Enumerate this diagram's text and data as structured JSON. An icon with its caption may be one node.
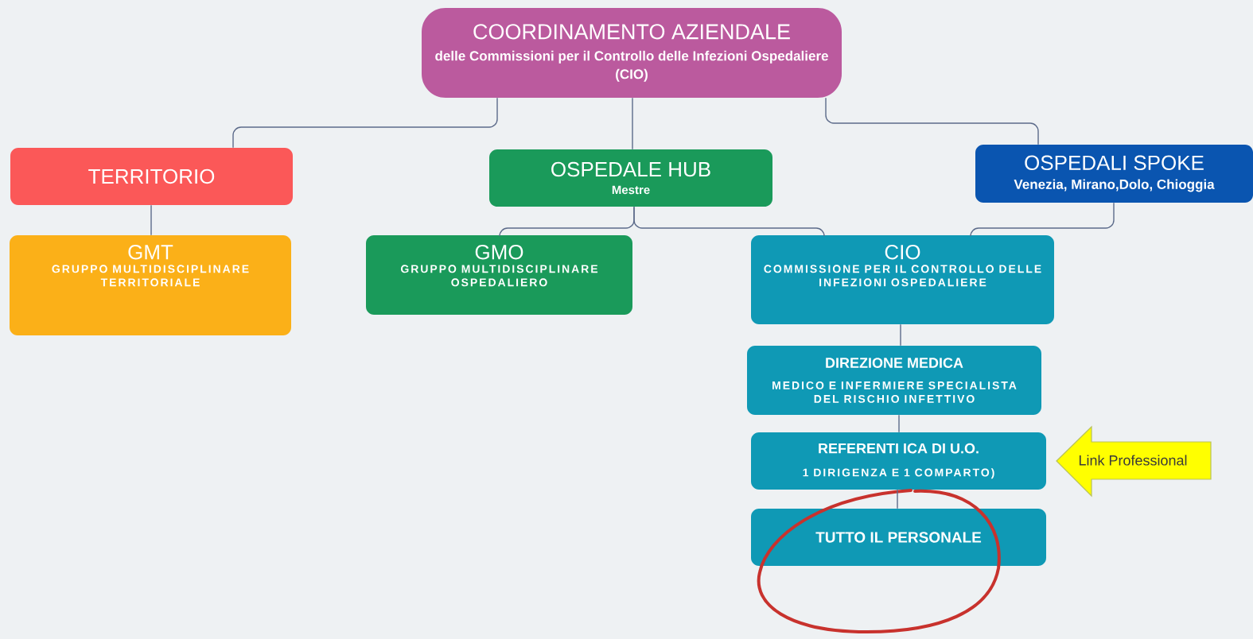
{
  "diagram": {
    "nodes": [
      {
        "text": [
          "COORDINAMENTO AZIENDALE",
          "delle Commissioni per il Controllo delle Infezioni Ospedaliere (CIO)"
        ]
      },
      {
        "text": [
          "TERRITORIO"
        ]
      },
      {
        "text": [
          "OSPEDALE HUB",
          "Mestre"
        ]
      },
      {
        "text": [
          "OSPEDALI SPOKE",
          "Venezia, Mirano,Dolo, Chioggia"
        ]
      },
      {
        "text": [
          "GMT",
          "GRUPPO MULTIDISCIPLINARE TERRITORIALE"
        ]
      },
      {
        "text": [
          "GMO",
          "GRUPPO MULTIDISCIPLINARE OSPEDALIERO"
        ]
      },
      {
        "text": [
          "CIO",
          "COMMISSIONE PER IL CONTROLLO DELLE INFEZIONI OSPEDALIERE"
        ]
      },
      {
        "text": [
          "DIREZIONE MEDICA",
          "MEDICO E INFERMIERE SPECIALISTA DEL RISCHIO INFETTIVO"
        ]
      },
      {
        "text": [
          "REFERENTI ICA DI U.O.",
          "1 DIRIGENZA E 1 COMPARTO)"
        ]
      },
      {
        "text": [
          "TUTTO IL PERSONALE"
        ]
      },
      {
        "text": [
          "Link Professional"
        ]
      }
    ],
    "edges": [
      {
        "from": 0,
        "to": 1,
        "arrow": "none"
      },
      {
        "from": 0,
        "to": 2,
        "arrow": "none"
      },
      {
        "from": 0,
        "to": 3,
        "arrow": "none"
      },
      {
        "from": 1,
        "to": 4,
        "arrow": "none"
      },
      {
        "from": 2,
        "to": 5,
        "arrow": "none"
      },
      {
        "from": 2,
        "to": 6,
        "arrow": "none"
      },
      {
        "from": 3,
        "to": 6,
        "arrow": "none"
      },
      {
        "from": 6,
        "to": 7,
        "arrow": "none"
      },
      {
        "from": 7,
        "to": 8,
        "arrow": "none"
      },
      {
        "from": 8,
        "to": 9,
        "arrow": "none"
      }
    ]
  }
}
